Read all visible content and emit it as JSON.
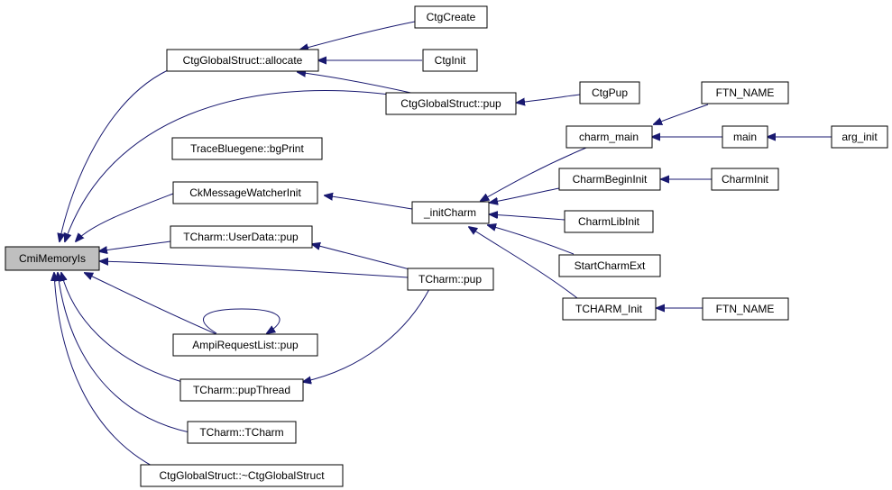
{
  "graph": {
    "colors": {
      "edge": "#191970",
      "node_fill": "#ffffff",
      "root_fill": "#bfbfbf",
      "border": "#000000"
    },
    "nodes": {
      "cmimemoryis": "CmiMemoryIs",
      "ctgcreate": "CtgCreate",
      "ctgglobalstruct_allocate": "CtgGlobalStruct::allocate",
      "ctginit": "CtgInit",
      "ctgpup": "CtgPup",
      "ctgglobalstruct_pup": "CtgGlobalStruct::pup",
      "ftn_name_top": "FTN_NAME",
      "charm_main": "charm_main",
      "main": "main",
      "arg_init": "arg_init",
      "tracebluegene_bgprint": "TraceBluegene::bgPrint",
      "charmbegininit": "CharmBeginInit",
      "charminit": "CharmInit",
      "ckmessagewatcherinit": "CkMessageWatcherInit",
      "initcharm": "_initCharm",
      "charmlibinit": "CharmLibInit",
      "tcharm_userdata_pup": "TCharm::UserData::pup",
      "startcharmext": "StartCharmExt",
      "tcharm_pup": "TCharm::pup",
      "tcharm_init": "TCHARM_Init",
      "ftn_name_bottom": "FTN_NAME",
      "ampirequestlist_pup": "AmpiRequestList::pup",
      "tcharm_pupthread": "TCharm::pupThread",
      "tcharm_tcharm": "TCharm::TCharm",
      "ctgglobalstruct_destructor": "CtgGlobalStruct::~CtgGlobalStruct"
    }
  }
}
